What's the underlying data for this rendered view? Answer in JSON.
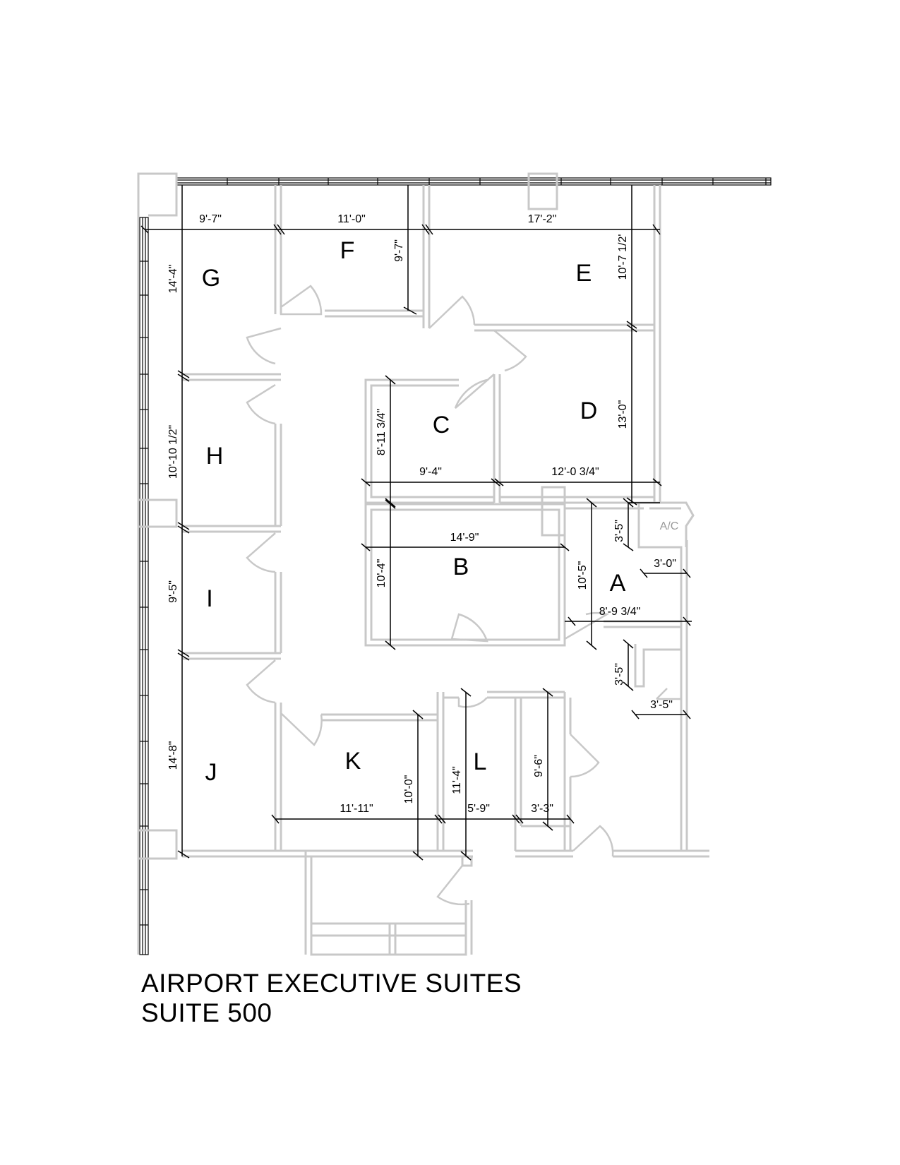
{
  "title": {
    "line1": "AIRPORT EXECUTIVE SUITES",
    "line2": "SUITE 500"
  },
  "rooms": {
    "a": "A",
    "b": "B",
    "c": "C",
    "d": "D",
    "e": "E",
    "f": "F",
    "g": "G",
    "h": "H",
    "i": "I",
    "j": "J",
    "k": "K",
    "l": "L"
  },
  "ac_label": "A/C",
  "dimensions": {
    "g_width": "9'-7\"",
    "f_width": "11'-0\"",
    "e_width": "17'-2\"",
    "f_depth": "9'-7\"",
    "e_depth": "10'-7 1/2'",
    "g_depth": "14'-4\"",
    "d_depth": "13'-0\"",
    "c_depth": "8'-11 3/4\"",
    "c_width": "9'-4\"",
    "d_width": "12'-0 3/4\"",
    "h_depth": "10'-10 1/2\"",
    "b_width": "14'-9\"",
    "b_depth": "10'-4\"",
    "a_depth": "10'-5\"",
    "ac_depth": "3'-5\"",
    "ac_width": "3'-0\"",
    "a_width": "8'-9 3/4\"",
    "closet_depth": "3'-5\"",
    "closet_width": "3'-5\"",
    "i_depth": "9'-5\"",
    "j_depth": "14'-8\"",
    "k_depth": "10'-0\"",
    "l_depth": "11'-4\"",
    "storage_depth": "9'-6\"",
    "k_width": "11'-11\"",
    "l_width": "5'-9\"",
    "storage_width": "3'-3\""
  }
}
